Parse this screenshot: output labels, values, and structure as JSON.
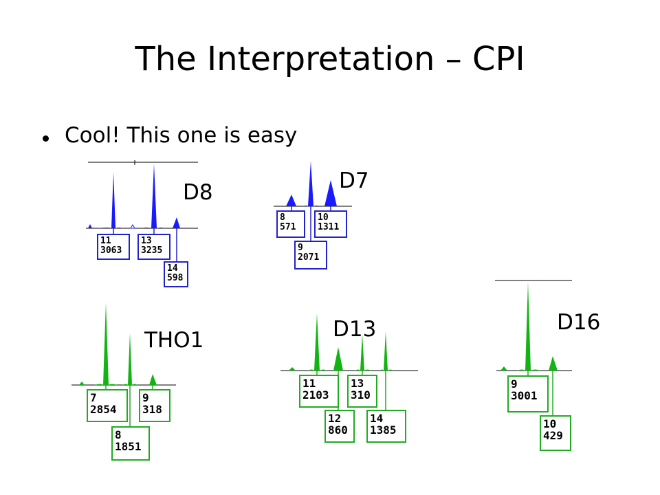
{
  "slide": {
    "title": "The Interpretation – CPI",
    "bullet": "Cool! This one is easy"
  },
  "colors": {
    "blue": "#1a1aff",
    "green": "#12b312",
    "box_blue": "#2222cc",
    "box_green": "#22aa22"
  },
  "loci": [
    {
      "id": "d8",
      "label": "D8",
      "alleles": [
        {
          "allele": "11",
          "height": "3063"
        },
        {
          "allele": "13",
          "height": "3235"
        },
        {
          "allele": "14",
          "height": "598"
        }
      ]
    },
    {
      "id": "d7",
      "label": "D7",
      "alleles": [
        {
          "allele": "8",
          "height": "571"
        },
        {
          "allele": "10",
          "height": "1311"
        },
        {
          "allele": "9",
          "height": "2071"
        }
      ]
    },
    {
      "id": "tho1",
      "label": "THO1",
      "alleles": [
        {
          "allele": "7",
          "height": "2854"
        },
        {
          "allele": "9",
          "height": "318"
        },
        {
          "allele": "8",
          "height": "1851"
        }
      ]
    },
    {
      "id": "d13",
      "label": "D13",
      "alleles": [
        {
          "allele": "11",
          "height": "2103"
        },
        {
          "allele": "13",
          "height": "310"
        },
        {
          "allele": "12",
          "height": "860"
        },
        {
          "allele": "14",
          "height": "1385"
        }
      ]
    },
    {
      "id": "d16",
      "label": "D16",
      "alleles": [
        {
          "allele": "9",
          "height": "3001"
        },
        {
          "allele": "10",
          "height": "429"
        }
      ]
    }
  ]
}
